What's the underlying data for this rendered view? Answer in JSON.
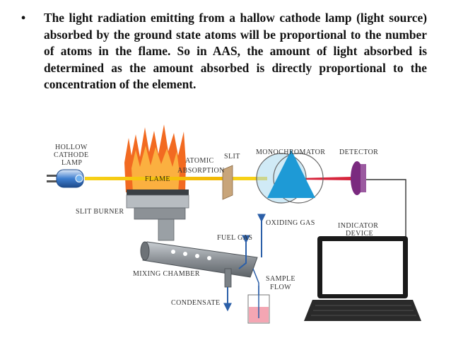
{
  "slide": {
    "bullet_symbol": "•",
    "bullet_text": "The light radiation emitting from a hallow cathode lamp (light source) absorbed by the ground state atoms will be proportional to the number of atoms in the flame. So in AAS, the amount of light absorbed is determined as the amount absorbed is directly proportional to the concentration of the element."
  },
  "diagram": {
    "labels": {
      "hollow_cathode_lamp": [
        "HOLLOW",
        "CATHODE",
        "LAMP"
      ],
      "flame": "FLAME",
      "atomic_absorption": [
        "ATOMIC",
        "ABSORPTION"
      ],
      "slit": "SLIT",
      "monochromator": "MONOCHROMATOR",
      "detector": "DETECTOR",
      "slit_burner": "SLIT BURNER",
      "oxiding_gas": "OXIDING GAS",
      "indicator_device": [
        "INDICATOR",
        "DEVICE"
      ],
      "fuel_gas": "FUEL GAS",
      "mixing_chamber": "MIXING CHAMBER",
      "sample_flow": [
        "SAMPLE",
        "FLOW"
      ],
      "condensate": "CONDENSATE"
    },
    "colors": {
      "flame_outer": "#f26a21",
      "flame_inner": "#fbb040",
      "beam_yellow": "#f7d117",
      "beam_red": "#d7263d",
      "prism_blue": "#1e9ad6",
      "lens_blue": "#a9d8ee",
      "detector_purple": "#7a2a7f",
      "lamp_blue": "#3f7fd0",
      "arrow_blue": "#2b5fa8",
      "burner_gray": "#8c9196"
    }
  }
}
